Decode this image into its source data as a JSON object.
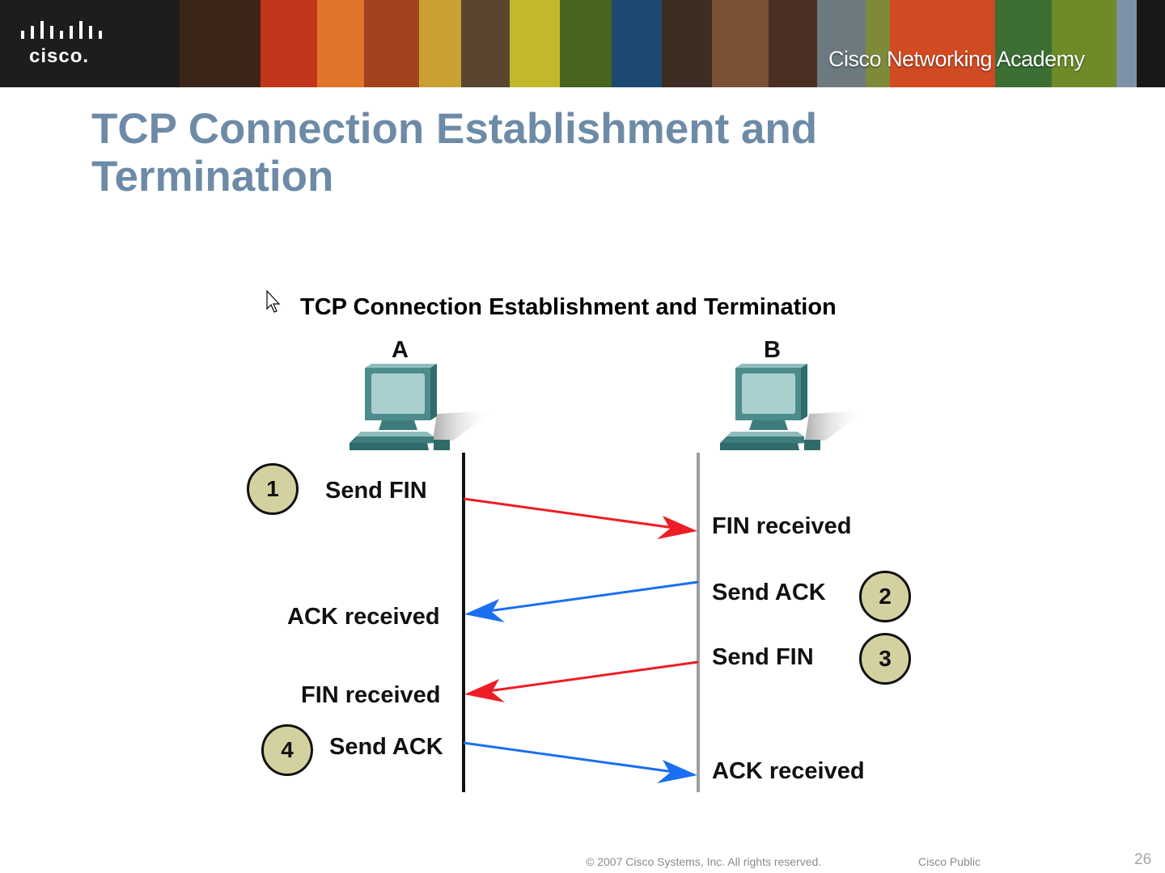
{
  "banner": {
    "logo_text": "cisco.",
    "academy_text": "Cisco Networking Academy"
  },
  "slide": {
    "title": "TCP Connection Establishment and Termination"
  },
  "diagram": {
    "title": "TCP Connection Establishment and Termination",
    "hosts": {
      "a": "A",
      "b": "B"
    },
    "steps": [
      {
        "number": "1",
        "send": "Send FIN",
        "receive": "FIN received",
        "color": "#ee1c25"
      },
      {
        "number": "2",
        "send": "Send ACK",
        "receive": "ACK received",
        "color": "#1a6ff2"
      },
      {
        "number": "3",
        "send": "Send FIN",
        "receive": "FIN received",
        "color": "#ee1c25"
      },
      {
        "number": "4",
        "send": "Send ACK",
        "receive": "ACK received",
        "color": "#1a6ff2"
      }
    ],
    "step_badge_color": "#d4d1a1"
  },
  "footer": {
    "copyright": "© 2007 Cisco Systems, Inc. All rights reserved.",
    "classification": "Cisco Public",
    "page_number": "26"
  }
}
